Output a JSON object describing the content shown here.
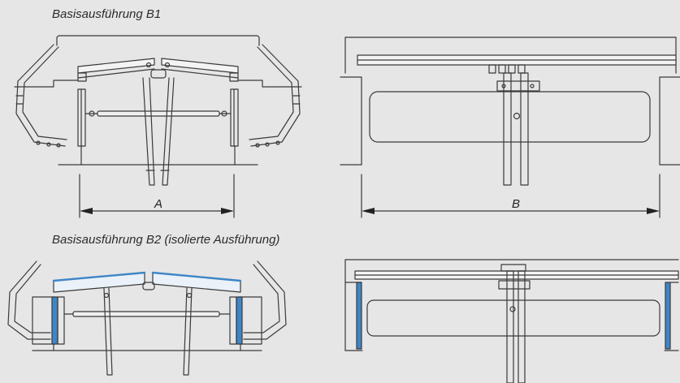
{
  "captions": {
    "b1": "Basisausführung B1",
    "b2": "Basisausführung B2 (isolierte Ausführung)"
  },
  "dimensions": {
    "a": "A",
    "b": "B"
  },
  "colors": {
    "line": "#3a3a3a",
    "insulation": "#3f86c6",
    "panel": "#f2f2f2",
    "background": "#e6e6e6"
  }
}
